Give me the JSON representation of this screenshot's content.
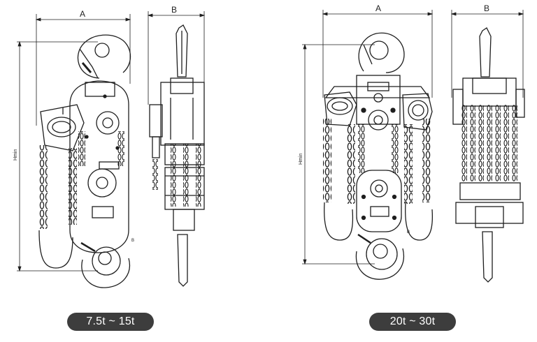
{
  "drawing_left": {
    "dim_width_label": "A",
    "dim_depth_label": "B",
    "dim_height_label": "Hmin",
    "hook_mark_label": "B",
    "capacity_label": "7.5t ~ 15t"
  },
  "drawing_right": {
    "dim_width_label": "A",
    "dim_depth_label": "B",
    "dim_height_label": "Hmin",
    "hook_mark_label": "B",
    "capacity_label": "20t ~ 30t"
  },
  "colors": {
    "line": "#1e1e1e",
    "pill_background": "#3d3d3d",
    "pill_text": "#ffffff"
  }
}
